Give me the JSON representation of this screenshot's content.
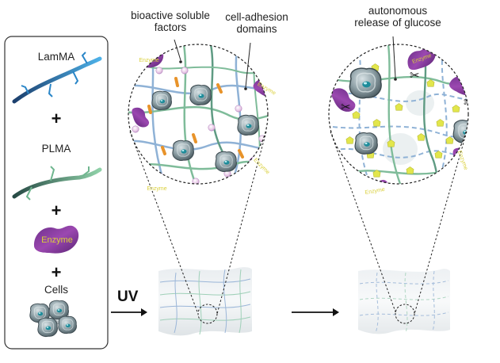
{
  "components": {
    "lamma": "LamMA",
    "plma": "PLMA",
    "enzyme": "Enzyme",
    "cells": "Cells",
    "plus": "+"
  },
  "annotations": {
    "bioactive_line1": "bioactive soluble",
    "bioactive_line2": "factors",
    "adhesion_line1": "cell-adhesion",
    "adhesion_line2": "domains",
    "release_line1": "autonomous",
    "release_line2": "release of glucose"
  },
  "process": {
    "uv": "UV"
  },
  "enzyme_label": "Enzyme",
  "colors": {
    "enzyme": "#8a3fa0",
    "lamma_chain": "#2a86c8",
    "plma_chain": "#6fb68f",
    "cell": "#7d9097",
    "soluble_factor": "#d9a8d6",
    "crosslink": "#e8932a",
    "glucose": "#e3e84a",
    "degraded_chain": "#8fb2d6"
  },
  "icons": [
    "scissors-icon",
    "arrow-right-icon"
  ]
}
